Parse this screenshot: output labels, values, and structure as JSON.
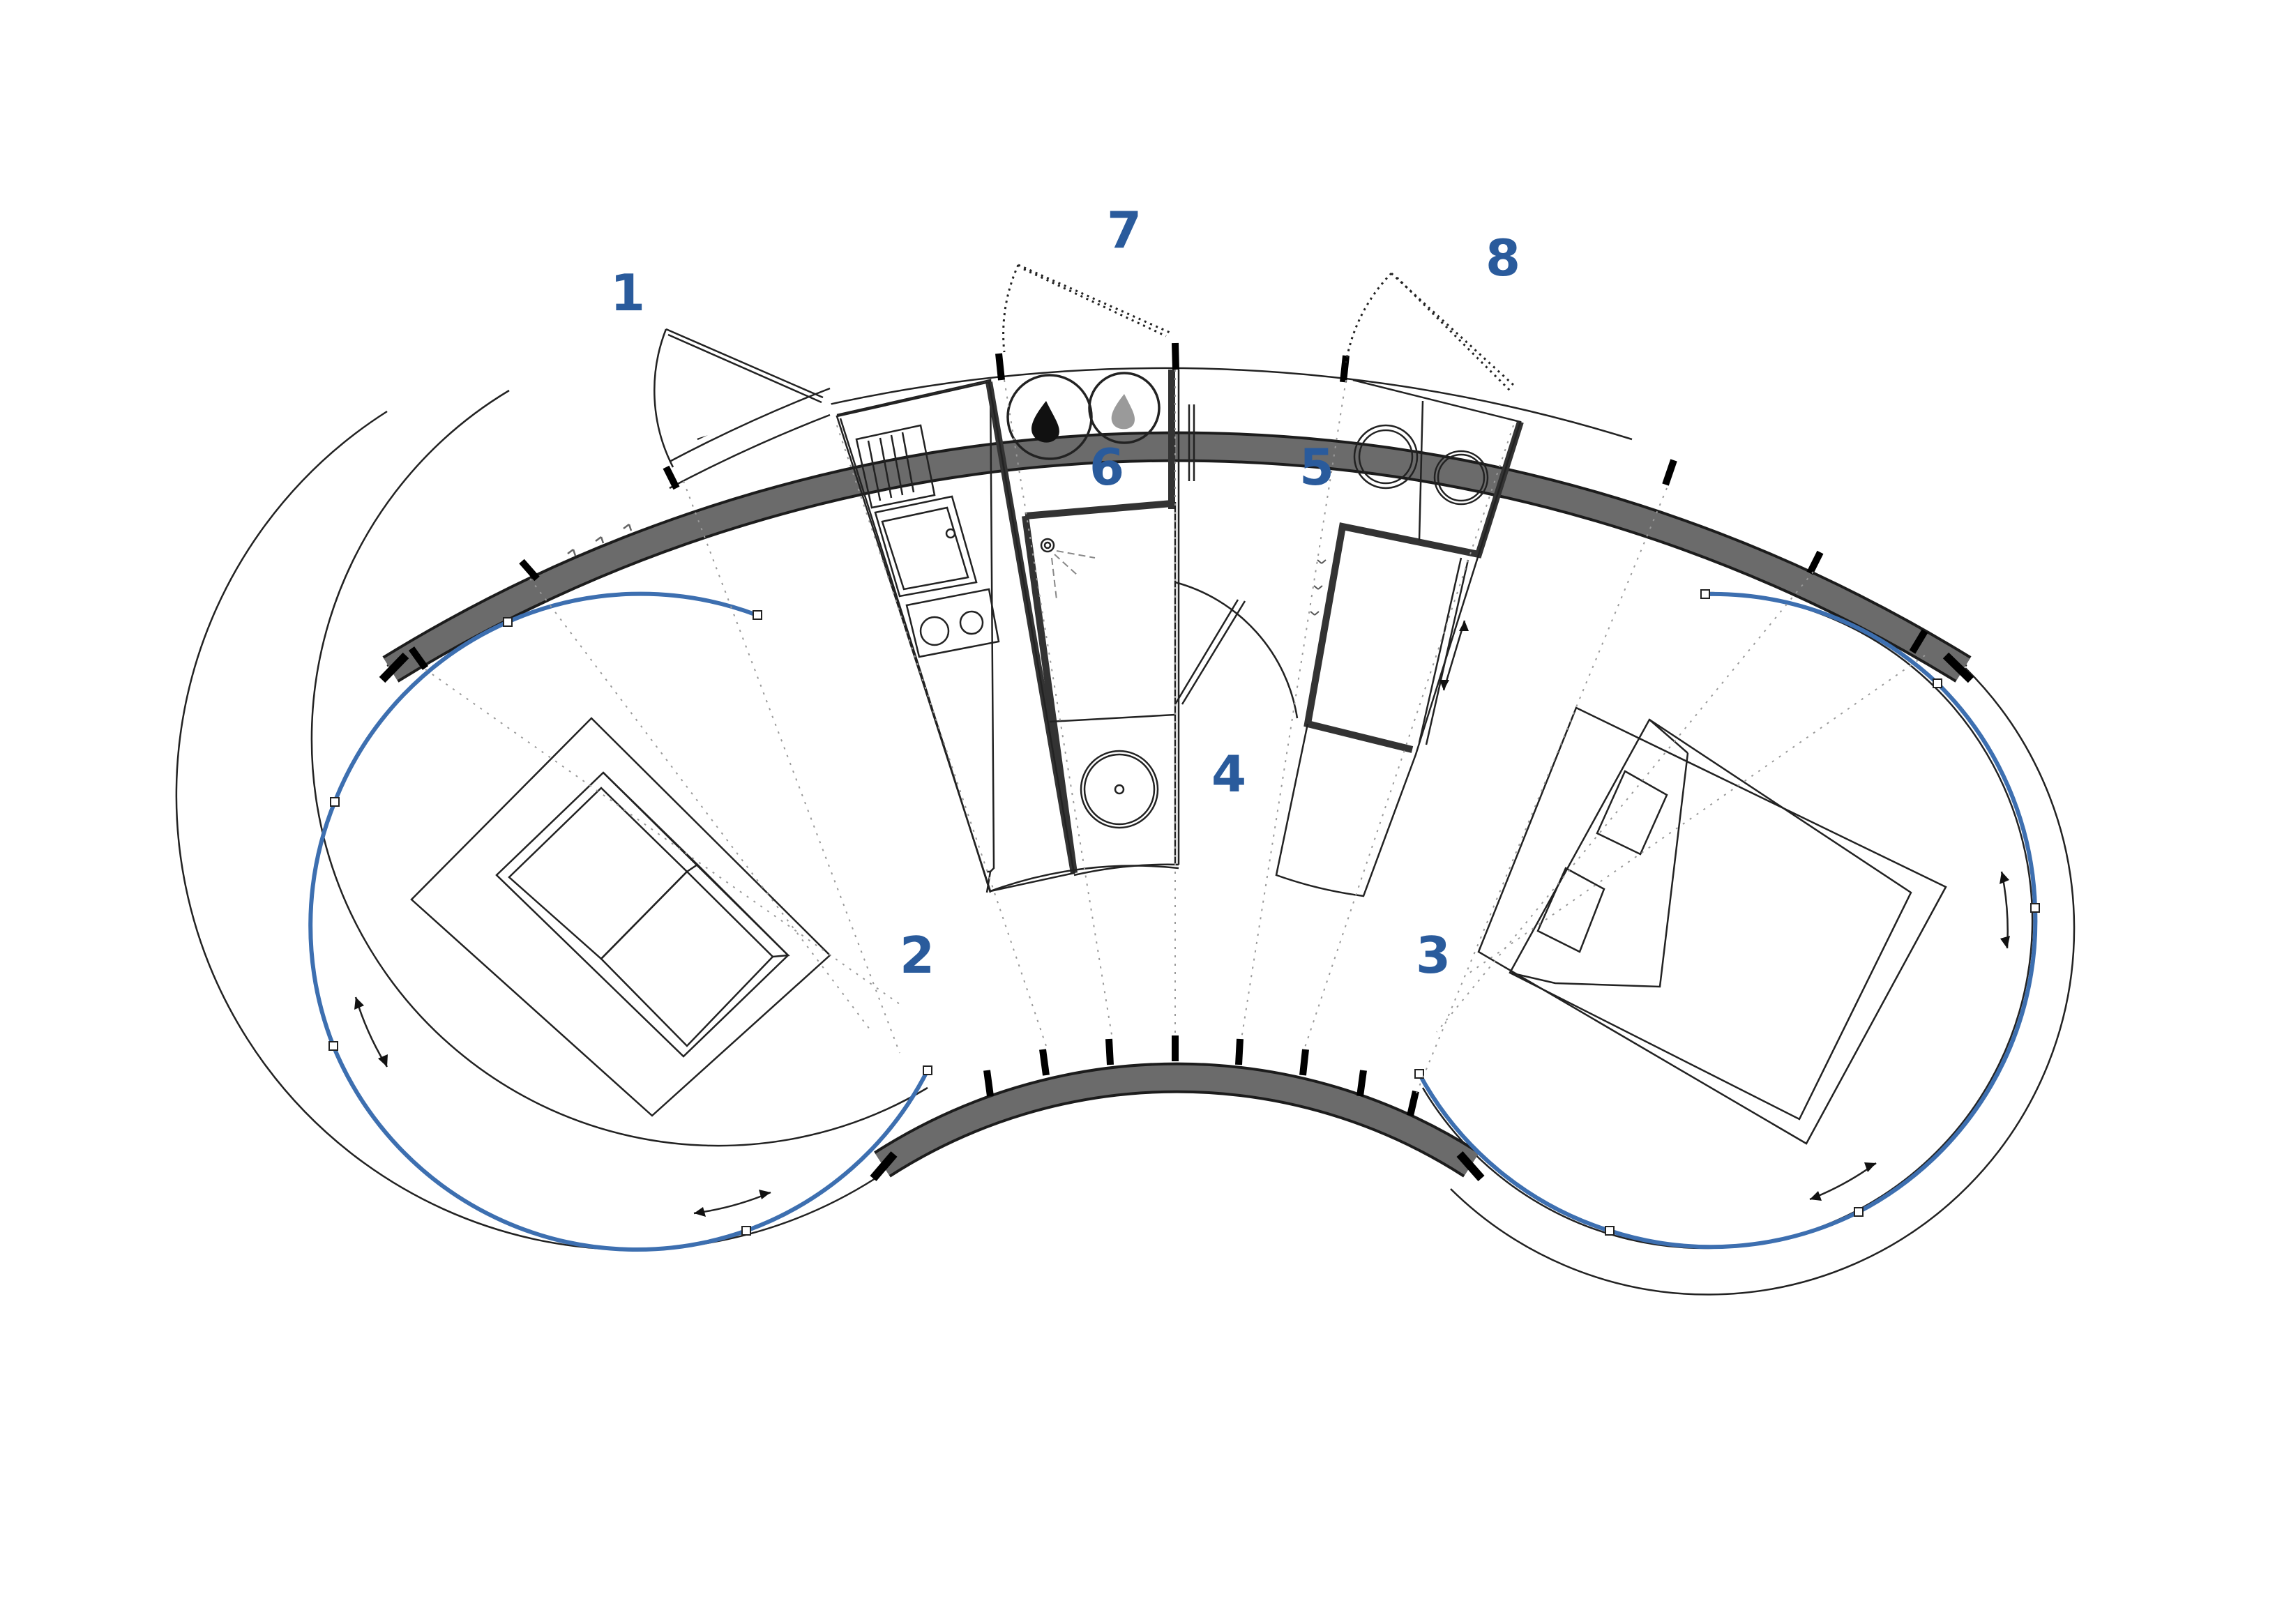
{
  "colors": {
    "label": "#2a5b9c",
    "wall_fill": "#6b6b6b",
    "wall_edge": "#1c1c1c",
    "glazing": "#3d6fb0",
    "line": "#222222",
    "faint": "#9a9a9a",
    "background": "#ffffff"
  },
  "icons": {
    "fire": "flame-icon",
    "water": "water-drop-icon",
    "rotate": "double-arrow-icon"
  },
  "labels": [
    {
      "id": "1",
      "text": "1"
    },
    {
      "id": "2",
      "text": "2"
    },
    {
      "id": "3",
      "text": "3"
    },
    {
      "id": "4",
      "text": "4"
    },
    {
      "id": "5",
      "text": "5"
    },
    {
      "id": "6",
      "text": "6"
    },
    {
      "id": "7",
      "text": "7"
    },
    {
      "id": "8",
      "text": "8"
    }
  ]
}
